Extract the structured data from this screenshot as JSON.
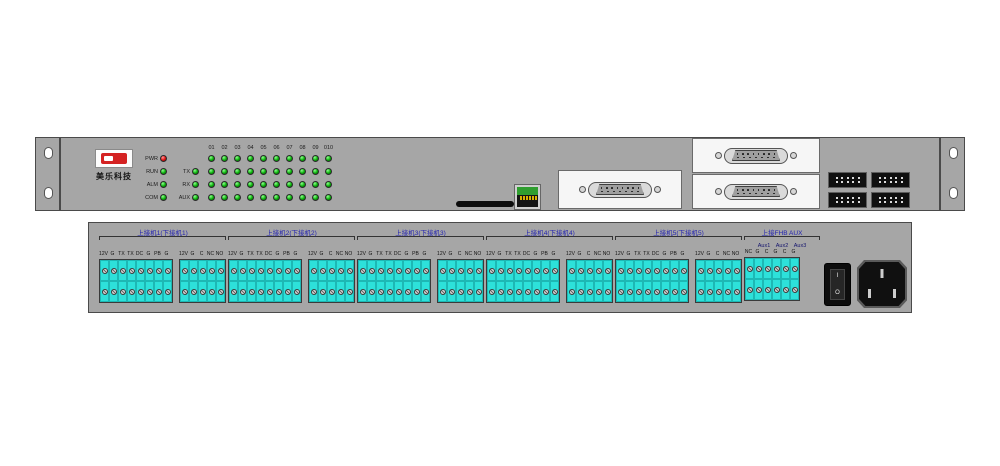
{
  "device": {
    "brand": "美乐科技",
    "front_panel": {
      "led_panel": {
        "grid_col_headers": [
          "01",
          "02",
          "03",
          "04",
          "05",
          "06",
          "07",
          "08",
          "09",
          "010"
        ],
        "grid_rows": 4,
        "grid_cols": 10,
        "grid_led_color": "green",
        "status_col1": [
          {
            "label": "PWR",
            "color": "red"
          },
          {
            "label": "RUN",
            "color": "green"
          },
          {
            "label": "ALM",
            "color": "green"
          },
          {
            "label": "COM",
            "color": "green"
          }
        ],
        "status_col2": [
          {
            "label": "",
            "color": ""
          },
          {
            "label": "TX",
            "color": "green"
          },
          {
            "label": "RX",
            "color": "green"
          },
          {
            "label": "AUX",
            "color": "green"
          }
        ]
      },
      "ports": {
        "card_slot_count": 1,
        "ethernet_count": 1,
        "db15_count": 3,
        "aux_connector_count": 4
      }
    },
    "rear_panel": {
      "block8_labels": [
        "12V",
        "G",
        "TX",
        "TX",
        "DC",
        "G",
        "PB",
        "G"
      ],
      "block5_labels": [
        "12V",
        "G",
        "C",
        "NC",
        "NO"
      ],
      "groups": [
        {
          "label": "上接机1(下接机1)"
        },
        {
          "label": "上接机2(下接机2)"
        },
        {
          "label": "上接机3(下接机3)"
        },
        {
          "label": "上接机4(下接机4)"
        },
        {
          "label": "上接机5(下接机5)"
        },
        {
          "label": "上接FHB AUX",
          "aux": true,
          "aux_headers": [
            "Aux1",
            "Aux2",
            "Aux3"
          ],
          "aux_cols": [
            "NC",
            "G",
            "C",
            "G",
            "C",
            "G"
          ]
        }
      ],
      "power": {
        "switch_top": "I",
        "switch_bottom": "O"
      }
    },
    "colors": {
      "panel_gray": "#a6a6a6",
      "terminal_cyan": "#2de1da",
      "led_green": "#0ab00a",
      "led_red": "#e01010",
      "label_blue": "#2222b0"
    }
  }
}
